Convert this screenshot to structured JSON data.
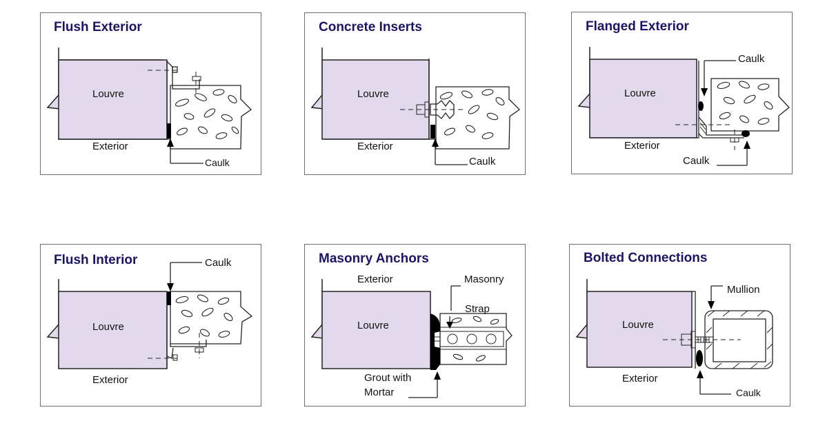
{
  "panels": {
    "flush_exterior": {
      "title": "Flush Exterior",
      "louvre": "Louvre",
      "exterior": "Exterior",
      "caulk": "Caulk"
    },
    "concrete_inserts": {
      "title": "Concrete Inserts",
      "louvre": "Louvre",
      "exterior": "Exterior",
      "caulk": "Caulk"
    },
    "flanged_exterior": {
      "title": "Flanged Exterior",
      "louvre": "Louvre",
      "exterior": "Exterior",
      "caulk_top": "Caulk",
      "caulk_bottom": "Caulk"
    },
    "flush_interior": {
      "title": "Flush Interior",
      "louvre": "Louvre",
      "exterior": "Exterior",
      "caulk": "Caulk"
    },
    "masonry_anchors": {
      "title": "Masonry Anchors",
      "louvre": "Louvre",
      "exterior": "Exterior",
      "masonry": "Masonry",
      "strap": "Strap",
      "grout_line1": "Grout with",
      "grout_line2": "Mortar"
    },
    "bolted_connections": {
      "title": "Bolted Connections",
      "louvre": "Louvre",
      "exterior": "Exterior",
      "mullion": "Mullion",
      "caulk": "Caulk"
    }
  },
  "colors": {
    "title": "#1c1466",
    "louvre_fill": "#e3d9ec",
    "caulk": "#000000",
    "border": "#6e6e6e"
  }
}
